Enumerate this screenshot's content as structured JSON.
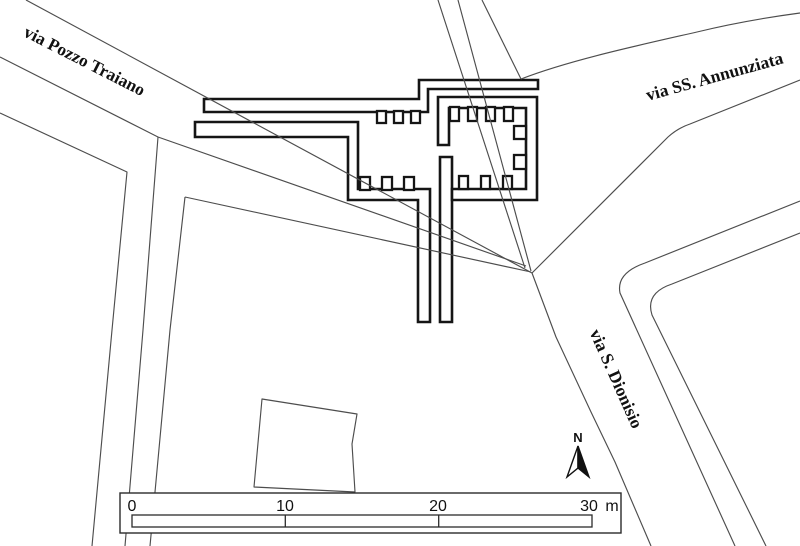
{
  "map": {
    "type": "archaeological-site-plan",
    "streets": [
      {
        "label": "via Pozzo Traiano"
      },
      {
        "label": "via SS. Annunziata"
      },
      {
        "label": "via S. Dionisio"
      }
    ],
    "north_indicator": {
      "label": "N"
    },
    "scale_bar": {
      "ticks": [
        "0",
        "10",
        "20",
        "30"
      ],
      "unit": "m",
      "total_meters": 30,
      "segments": 3
    },
    "colors": {
      "background": "#ffffff",
      "wall_ink": "#151515",
      "street_line": "#4d4d4d"
    }
  }
}
